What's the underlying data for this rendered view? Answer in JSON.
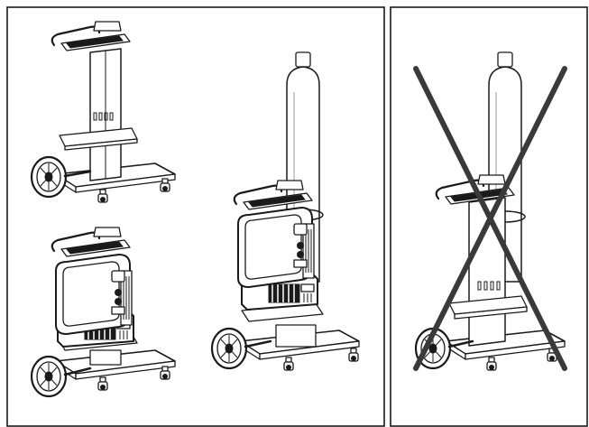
{
  "panels": [
    {
      "id": "allowed",
      "marked_prohibited": false
    },
    {
      "id": "not-allowed",
      "marked_prohibited": true
    }
  ],
  "colors": {
    "line": "#1a1a1a",
    "cross": "#3a3a3a",
    "background": "#ffffff"
  },
  "icons": [
    "trolley",
    "wheel",
    "caster",
    "gas-cylinder",
    "welding-machine",
    "cooling-unit",
    "prohibited-cross"
  ]
}
